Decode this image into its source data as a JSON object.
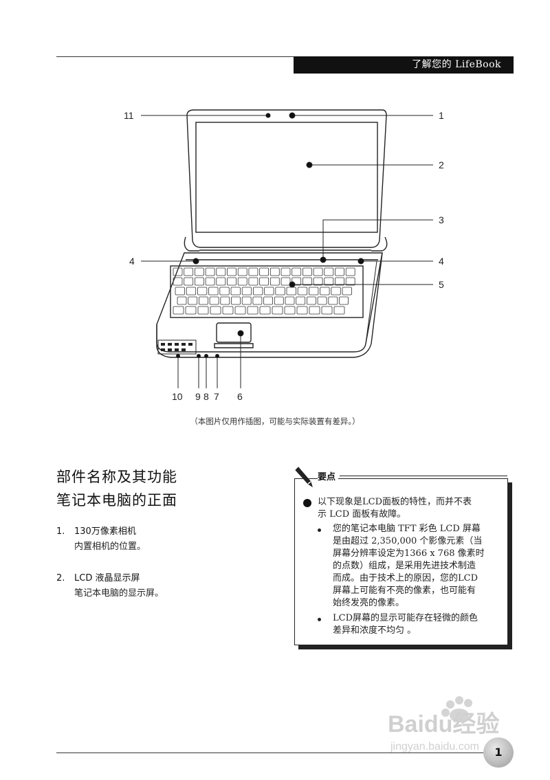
{
  "header": {
    "title": "了解您的 LifeBook"
  },
  "figure": {
    "callouts": {
      "c1": "1",
      "c2": "2",
      "c3": "3",
      "c4l": "4",
      "c4r": "4",
      "c5": "5",
      "c6": "6",
      "c7": "7",
      "c8": "8",
      "c9": "9",
      "c10": "10",
      "c11": "11"
    },
    "caption": "（本图片仅用作插图，可能与实际装置有差异。）"
  },
  "section": {
    "title1": "部件名称及其功能",
    "title2": "笔记本电脑的正面",
    "items": [
      {
        "num": "1.",
        "title": "130万像素相机",
        "desc": "内置相机的位置。"
      },
      {
        "num": "2.",
        "title": "LCD 液晶显示屏",
        "desc": "笔记本电脑的显示屏。"
      }
    ]
  },
  "note": {
    "label": "要点",
    "main_line1": "以下现象是LCD面板的特性，而并不表",
    "main_line2": "示 LCD 面板有故障。",
    "b1_lines": [
      "您的笔记本电脑 TFT 彩色 LCD 屏幕",
      "是由超过 2,350,000 个影像元素（当",
      "屏幕分辨率设定为1366 x 768 像素时",
      "的点数）组成，是采用先进技术制造",
      "而成。由于技术上的原因，您的LCD",
      "屏幕上可能有不亮的像素，也可能有",
      "始终发亮的像素。"
    ],
    "b2_lines": [
      "LCD屏幕的显示可能存在轻微的颜色",
      "差异和浓度不均匀 。"
    ]
  },
  "footer": {
    "page_number": "1",
    "watermark_brand": "Baidu经验",
    "watermark_url": "jingyan.baidu.com"
  }
}
